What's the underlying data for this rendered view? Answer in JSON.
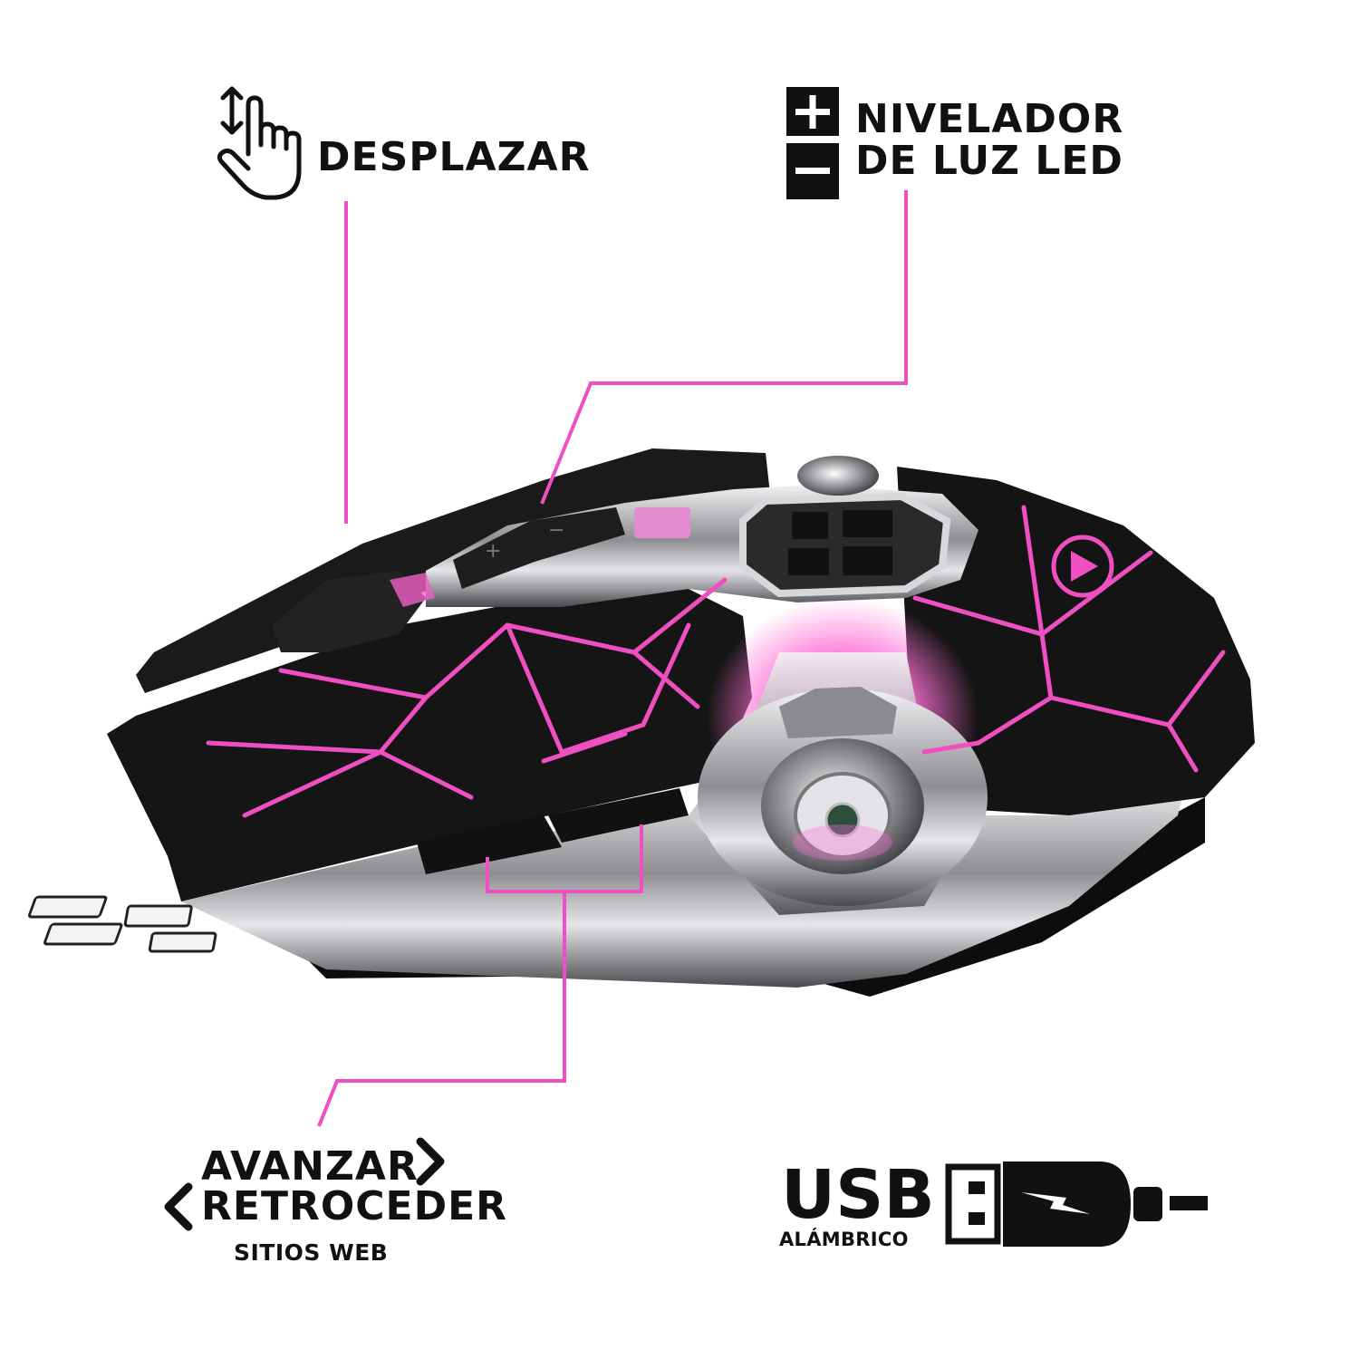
{
  "colors": {
    "accent": "#f04fc2",
    "text": "#111111",
    "mouse_body": "#141414",
    "chrome": "#c8c8cc",
    "glow": "#ff6fd6"
  },
  "labels": {
    "scroll": "DESPLAZAR",
    "led_line1": "NIVELADOR",
    "led_line2": "DE LUZ LED",
    "forward": "AVANZAR",
    "back": "RETROCEDER",
    "websites": "SITIOS WEB",
    "usb": "USB",
    "wired": "ALÁMBRICO"
  },
  "icons": {
    "scroll": "hand-scroll-icon",
    "led_plus": "plus-icon",
    "led_minus": "minus-icon",
    "forward": "chevron-right-icon",
    "back": "chevron-left-icon",
    "usb": "usb-plug-icon"
  }
}
